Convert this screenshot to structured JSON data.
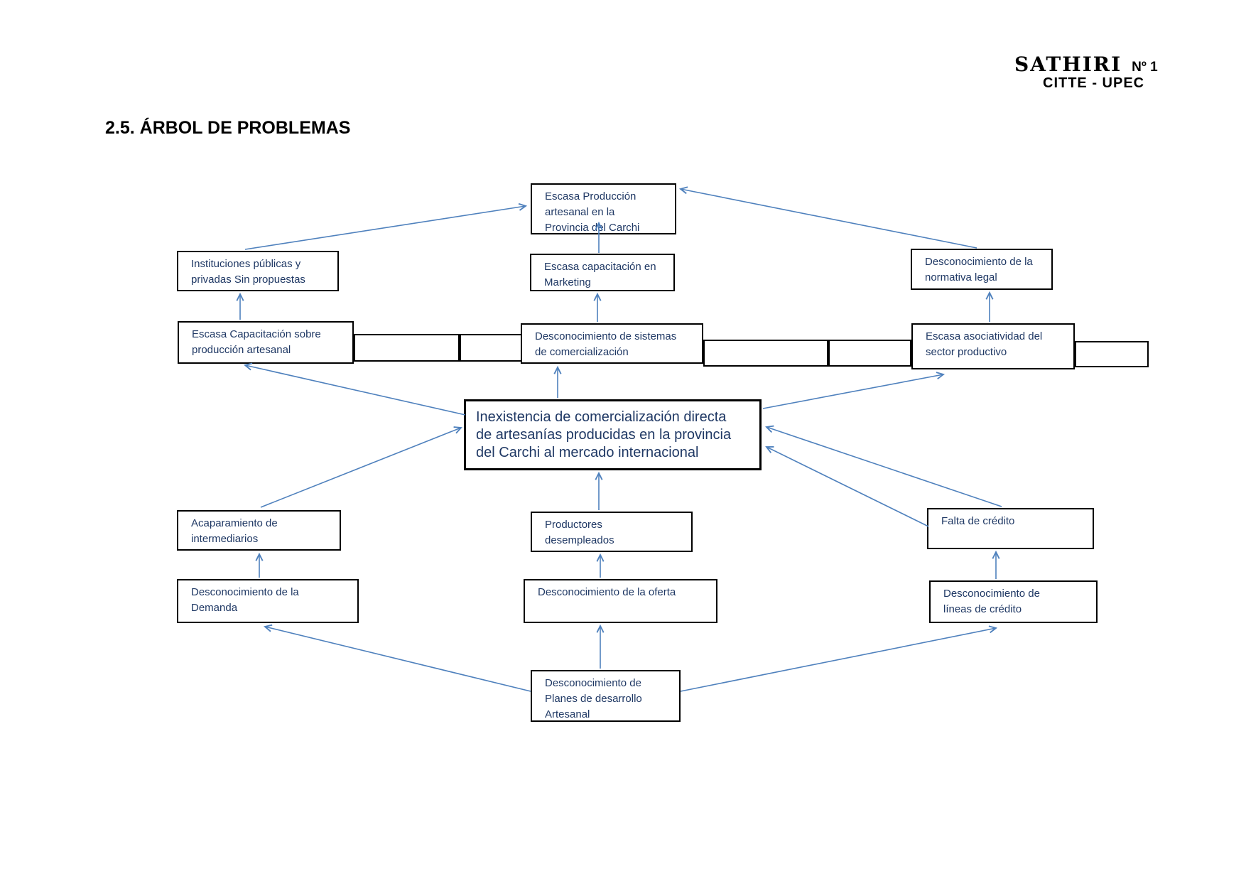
{
  "header": {
    "journal": "SATHIRI",
    "issue": "Nº 1",
    "organization": "CITTE - UPEC"
  },
  "section_title": "2.5. ÁRBOL DE PROBLEMAS",
  "diagram": {
    "type": "problem-tree",
    "colors": {
      "arrow": "#4f81bd",
      "box_text": "#1f3864",
      "box_border": "#000000",
      "background": "#ffffff"
    },
    "central_problem": "Inexistencia de comercialización directa\nde artesanías producidas en la provincia\ndel Carchi al mercado internacional",
    "nodes": {
      "top_effect": "Escasa Producción\nartesanal en la\nProvincia del Carchi",
      "instituciones": "Instituciones públicas y\nprivadas Sin propuestas",
      "marketing": "Escasa capacitación en\nMarketing",
      "normativa": "Desconocimiento de la\nnormativa legal",
      "capacitacion_produccion": "Escasa Capacitación sobre\nproducción artesanal",
      "sistemas_comercializacion": "Desconocimiento de sistemas\nde comercialización",
      "asociatividad": "Escasa asociatividad del\nsector productivo",
      "acaparamiento": "Acaparamiento de\nintermediarios",
      "productores": "Productores\ndesempleados",
      "falta_credito": "Falta de crédito",
      "demanda": "Desconocimiento de la\nDemanda",
      "oferta": "Desconocimiento de la oferta",
      "lineas_credito": "Desconocimiento de\nlíneas de crédito",
      "planes_desarrollo": "Desconocimiento de\nPlanes de desarrollo\nArtesanal"
    }
  }
}
